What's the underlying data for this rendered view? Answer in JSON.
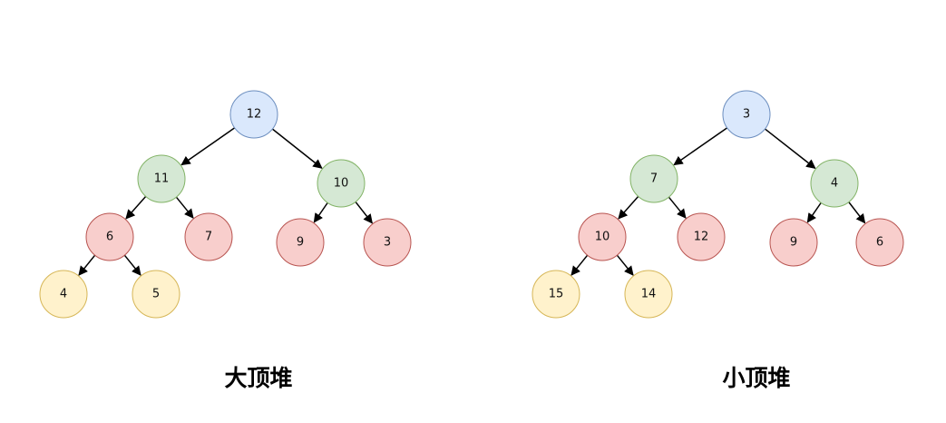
{
  "colors": {
    "level0": {
      "fill": "#dae8fc",
      "stroke": "#6c8ebf"
    },
    "level1": {
      "fill": "#d5e8d4",
      "stroke": "#82b366"
    },
    "level2": {
      "fill": "#f8cecc",
      "stroke": "#b85450"
    },
    "level3": {
      "fill": "#fff2cc",
      "stroke": "#d6b656"
    },
    "edge": "#000000"
  },
  "max_heap": {
    "title": "大顶堆",
    "nodes": [
      {
        "id": "root",
        "label": "12",
        "level": 0
      },
      {
        "id": "l",
        "label": "11",
        "level": 1
      },
      {
        "id": "r",
        "label": "10",
        "level": 1
      },
      {
        "id": "ll",
        "label": "6",
        "level": 2
      },
      {
        "id": "lr",
        "label": "7",
        "level": 2
      },
      {
        "id": "rl",
        "label": "9",
        "level": 2
      },
      {
        "id": "rr",
        "label": "3",
        "level": 2
      },
      {
        "id": "lll",
        "label": "4",
        "level": 3
      },
      {
        "id": "llr",
        "label": "5",
        "level": 3
      }
    ],
    "edges": [
      [
        "root",
        "l"
      ],
      [
        "root",
        "r"
      ],
      [
        "l",
        "ll"
      ],
      [
        "l",
        "lr"
      ],
      [
        "r",
        "rl"
      ],
      [
        "r",
        "rr"
      ],
      [
        "ll",
        "lll"
      ],
      [
        "ll",
        "llr"
      ]
    ]
  },
  "min_heap": {
    "title": "小顶堆",
    "nodes": [
      {
        "id": "root",
        "label": "3",
        "level": 0
      },
      {
        "id": "l",
        "label": "7",
        "level": 1
      },
      {
        "id": "r",
        "label": "4",
        "level": 1
      },
      {
        "id": "ll",
        "label": "10",
        "level": 2
      },
      {
        "id": "lr",
        "label": "12",
        "level": 2
      },
      {
        "id": "rl",
        "label": "9",
        "level": 2
      },
      {
        "id": "rr",
        "label": "6",
        "level": 2
      },
      {
        "id": "lll",
        "label": "15",
        "level": 3
      },
      {
        "id": "llr",
        "label": "14",
        "level": 3
      }
    ],
    "edges": [
      [
        "root",
        "l"
      ],
      [
        "root",
        "r"
      ],
      [
        "l",
        "ll"
      ],
      [
        "l",
        "lr"
      ],
      [
        "r",
        "rl"
      ],
      [
        "r",
        "rr"
      ],
      [
        "ll",
        "lll"
      ],
      [
        "ll",
        "llr"
      ]
    ]
  }
}
